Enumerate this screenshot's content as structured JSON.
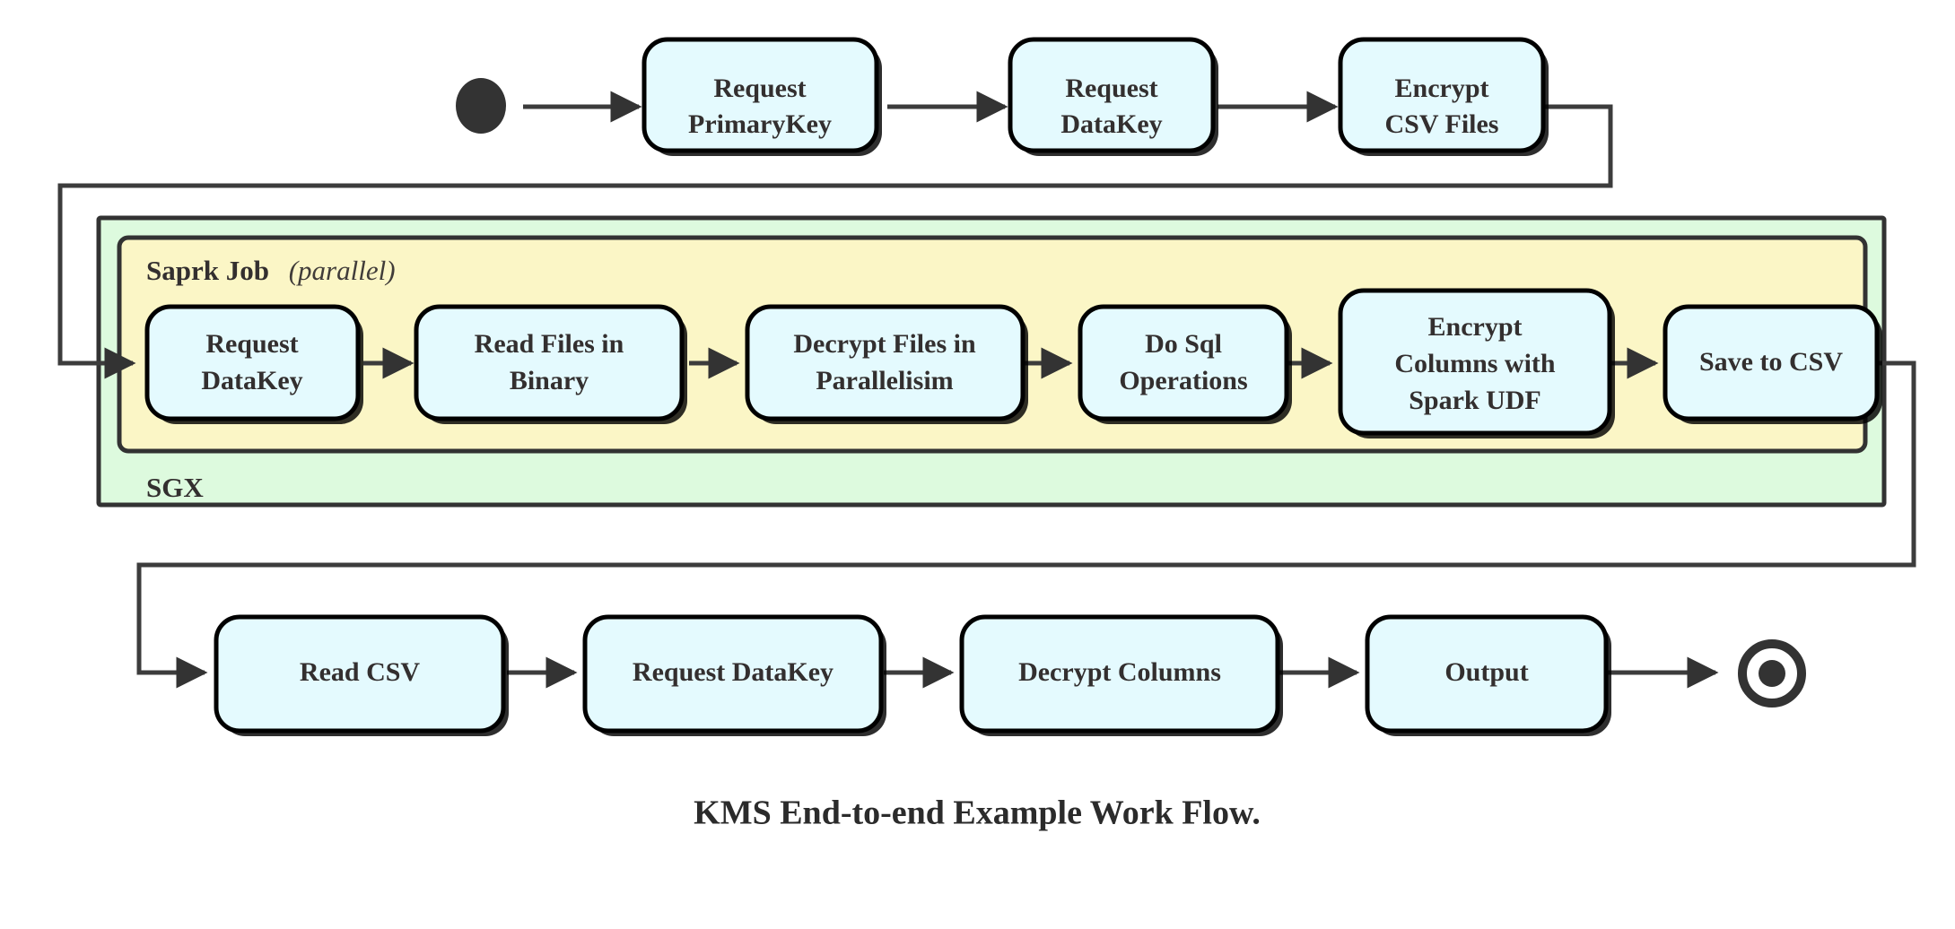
{
  "diagram": {
    "caption": "KMS End-to-end Example Work Flow.",
    "colors": {
      "node_fill": "#e4fafe",
      "node_stroke": "#000000",
      "sgx_fill": "#ddfade",
      "spark_fill": "#fbf6c6",
      "edge": "#3c3c3c",
      "text": "#332f2f",
      "background": "#ffffff"
    },
    "start_marker": "filled-circle",
    "end_marker": "double-circle",
    "containers": [
      {
        "id": "sgx",
        "label": "SGX",
        "label_position": "bottom-left",
        "fill": "#ddfade"
      },
      {
        "id": "spark-job",
        "label": "Saprk Job",
        "label_suffix": "(parallel)",
        "label_position": "top-left",
        "fill": "#fbf6c6"
      }
    ],
    "rows": [
      {
        "id": "row-top",
        "nodes": [
          {
            "id": "request-primarykey",
            "line1": "Request",
            "line2": "PrimaryKey"
          },
          {
            "id": "request-datakey-top",
            "line1": "Request",
            "line2": "DataKey"
          },
          {
            "id": "encrypt-csv-files",
            "line1": "Encrypt",
            "line2": "CSV Files"
          }
        ]
      },
      {
        "id": "row-spark",
        "nodes": [
          {
            "id": "request-datakey-spark",
            "line1": "Request",
            "line2": "DataKey"
          },
          {
            "id": "read-files-in-binary",
            "line1": "Read Files in",
            "line2": "Binary"
          },
          {
            "id": "decrypt-files-in-parallelisim",
            "line1": "Decrypt Files in",
            "line2": "Parallelisim"
          },
          {
            "id": "do-sql-operations",
            "line1": "Do Sql",
            "line2": "Operations"
          },
          {
            "id": "encrypt-columns-with-spark-udf",
            "line1": "Encrypt",
            "line2": "Columns with",
            "line3": "Spark UDF"
          },
          {
            "id": "save-to-csv",
            "line1": "Save to CSV"
          }
        ]
      },
      {
        "id": "row-bottom",
        "nodes": [
          {
            "id": "read-csv",
            "line1": "Read CSV"
          },
          {
            "id": "request-datakey-bottom",
            "line1": "Request DataKey"
          },
          {
            "id": "decrypt-columns",
            "line1": "Decrypt Columns"
          },
          {
            "id": "output",
            "line1": "Output"
          }
        ]
      }
    ]
  }
}
